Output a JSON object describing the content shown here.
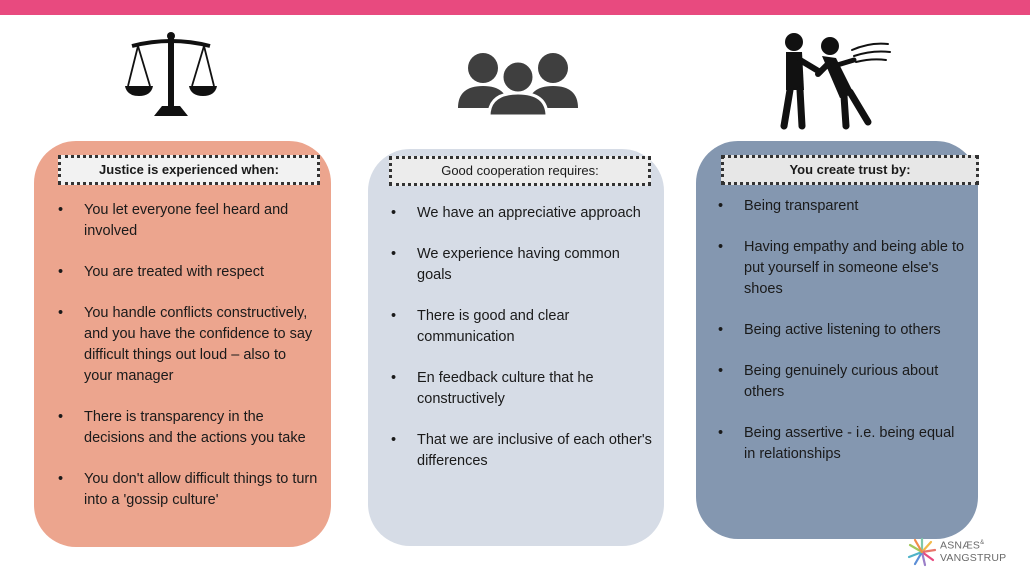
{
  "cards": {
    "justice": {
      "header": "Justice is experienced when:",
      "items": [
        "You let everyone feel heard and involved",
        "You are treated with respect",
        "You handle conflicts constructively, and you have the confidence to say difficult things out loud – also to your manager",
        "There is transparency in the decisions and the actions you take",
        "You don't allow difficult things to turn into a 'gossip culture'"
      ]
    },
    "cooperation": {
      "header": "Good cooperation requires:",
      "items": [
        "We have an appreciative approach",
        "We experience having common goals",
        "There is good and clear communication",
        "En feedback culture that he constructively",
        "That we are inclusive of each other's differences"
      ]
    },
    "trust": {
      "header": "You create trust by:",
      "items": [
        "Being transparent",
        "Having empathy and being able to put yourself in someone else's shoes",
        "Being active listening to others",
        "Being genuinely curious about others",
        "Being assertive - i.e. being equal in relationships"
      ]
    }
  },
  "icons": {
    "justice": "scales-of-justice-icon",
    "cooperation": "people-group-icon",
    "trust": "person-pushing-icon"
  },
  "logo": {
    "line1": "ASNÆS",
    "ampersand": "&",
    "line2": "VANGSTRUP"
  },
  "colors": {
    "top_bar": "#e84a7f",
    "justice_card": "#eca58e",
    "cooperation_card": "#d6dce6",
    "trust_card": "#8497b0"
  }
}
